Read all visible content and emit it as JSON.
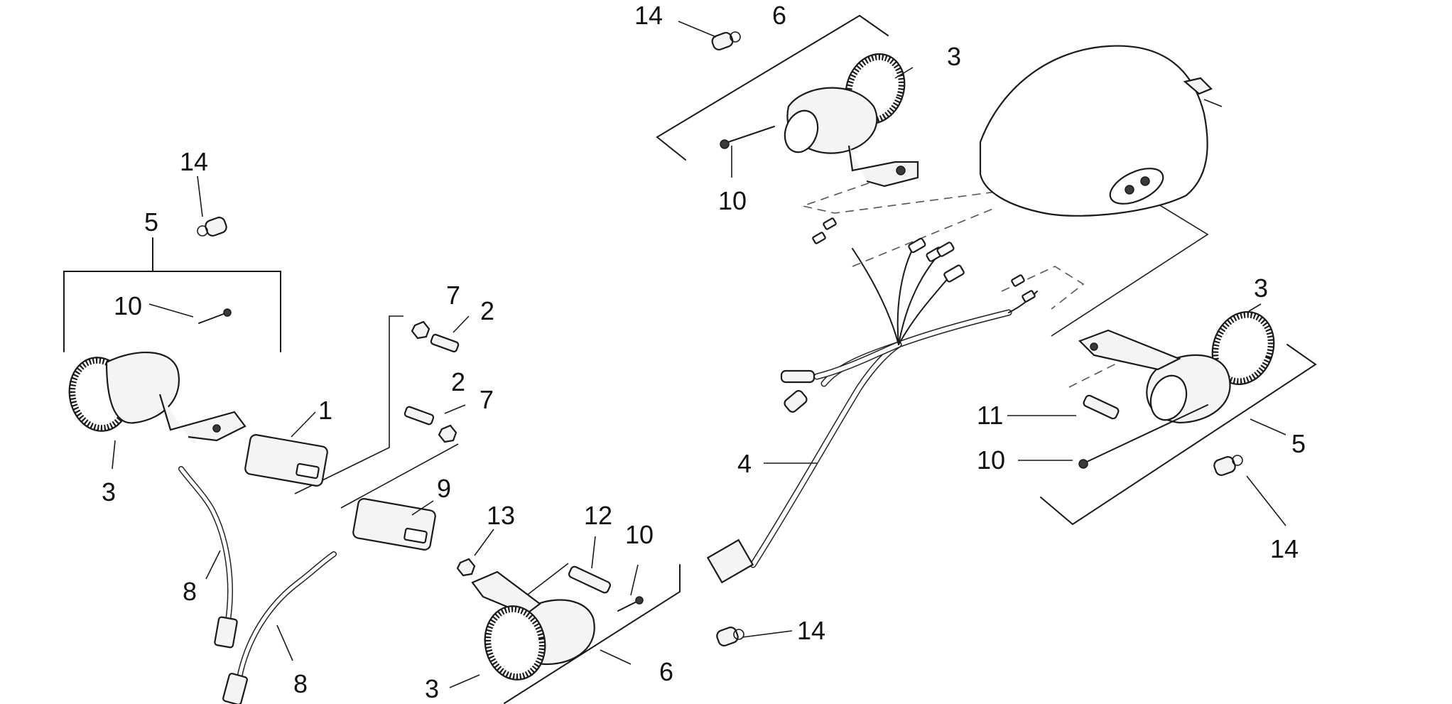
{
  "callouts": {
    "c01": "14",
    "c02": "6",
    "c03": "3",
    "c04": "10",
    "c05": "14",
    "c06": "5",
    "c07": "10",
    "c08": "3",
    "c09": "7",
    "c10": "2",
    "c11": "1",
    "c12": "2",
    "c13": "7",
    "c14": "9",
    "c15": "8",
    "c16": "8",
    "c17": "13",
    "c18": "12",
    "c19": "10",
    "c20": "3",
    "c21": "6",
    "c22": "4",
    "c23": "14",
    "c24": "3",
    "c25": "11",
    "c26": "10",
    "c27": "5",
    "c28": "14"
  }
}
